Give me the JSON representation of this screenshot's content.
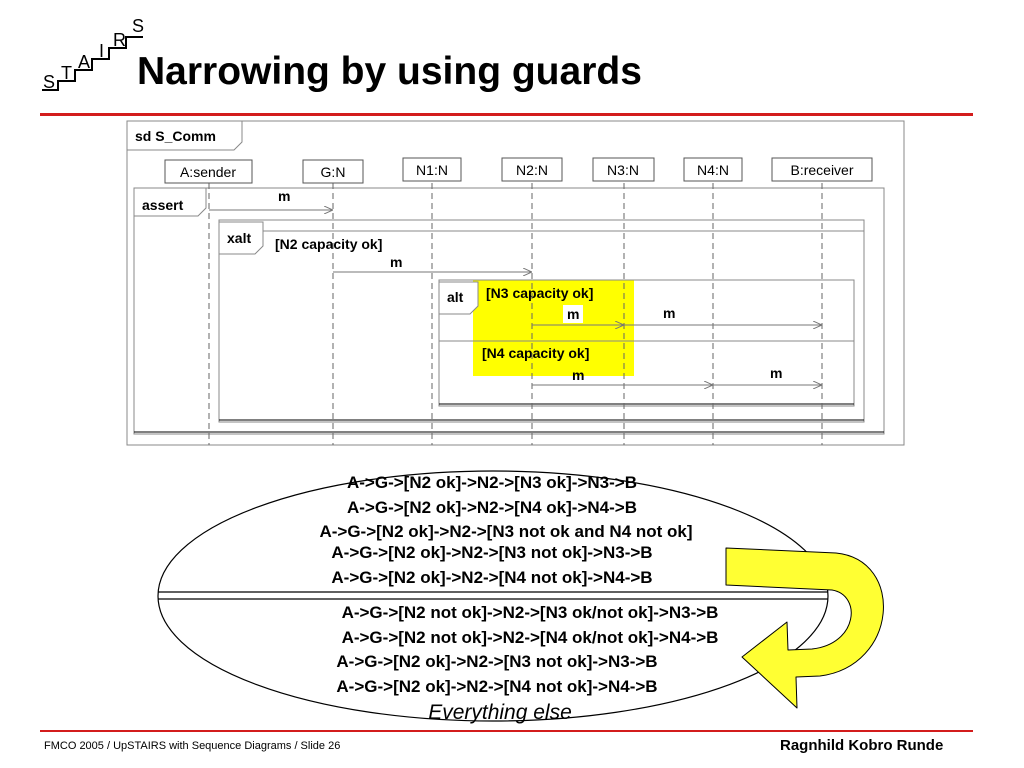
{
  "logo": {
    "letters": [
      "S",
      "T",
      "A",
      "I",
      "R",
      "S"
    ]
  },
  "title": "Narrowing by using guards",
  "diagram": {
    "frame_label": "sd S_Comm",
    "lifelines": [
      "A:sender",
      "G:N",
      "N1:N",
      "N2:N",
      "N3:N",
      "N4:N",
      "B:receiver"
    ],
    "assert_label": "assert",
    "xalt_label": "xalt",
    "xalt_guard": "[N2 capacity ok]",
    "alt_label": "alt",
    "alt_guard1": "[N3 capacity ok]",
    "alt_guard2": "[N4 capacity ok]",
    "msg_label": "m",
    "highlight_color": "#ffff00"
  },
  "traces": {
    "upper": [
      "A->G->[N2 ok]->N2->[N3 ok]->N3->B",
      "A->G->[N2 ok]->N2->[N4 ok]->N4->B",
      "A->G->[N2 ok]->N2->[N3 not ok and N4 not ok]",
      "A->G->[N2 ok]->N2->[N3 not ok]->N3->B",
      "A->G->[N2 ok]->N2->[N4 not ok]->N4->B"
    ],
    "lower": [
      "A->G->[N2 not ok]->N2->[N3 ok/not ok]->N3->B",
      "A->G->[N2 not ok]->N2->[N4 ok/not ok]->N4->B",
      "A->G->[N2 ok]->N2->[N3 not ok]->N3->B",
      "A->G->[N2 ok]->N2->[N4 not ok]->N4->B"
    ],
    "everything_else": "Everything else",
    "arrow_color": "#ffff33"
  },
  "footer": {
    "left": "FMCO 2005 / UpSTAIRS with Sequence Diagrams / Slide 26",
    "right": "Ragnhild Kobro Runde"
  },
  "accent_color": "#d31c1c"
}
